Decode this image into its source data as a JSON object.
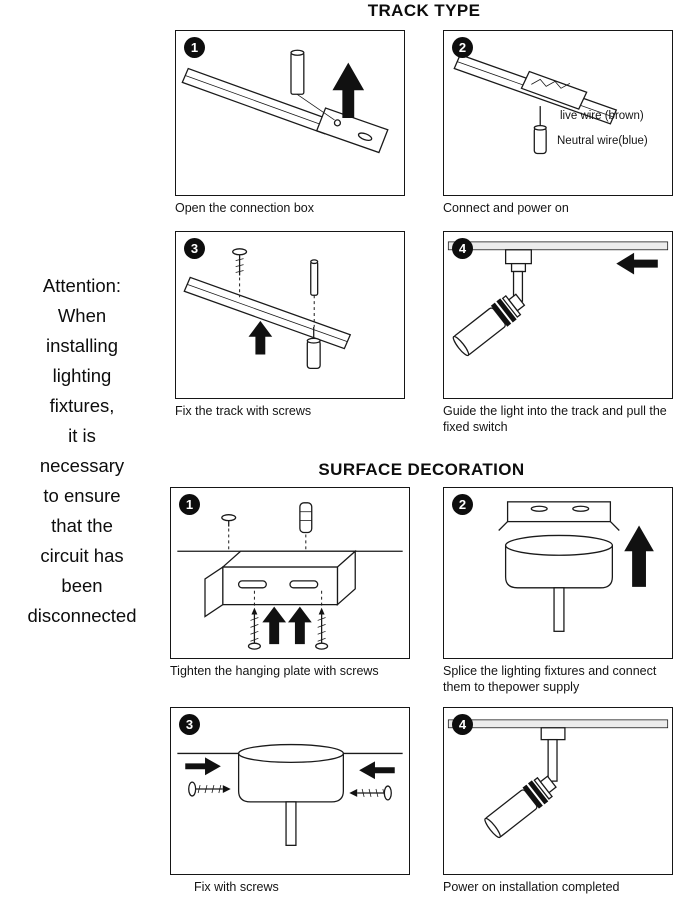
{
  "attention": {
    "text": "Attention:\nWhen\ninstalling\nlighting\nfixtures,\nit is\nnecessary\nto ensure\nthat the\ncircuit has\nbeen\ndisconnected"
  },
  "track_type": {
    "title": "TRACK TYPE",
    "steps": [
      {
        "number": "1",
        "caption": "Open the connection box"
      },
      {
        "number": "2",
        "caption": "Connect and power on",
        "live_label": "live wire (brown)",
        "neutral_label": "Neutral wire(blue)"
      },
      {
        "number": "3",
        "caption": "Fix the track with screws"
      },
      {
        "number": "4",
        "caption": "Guide the light into the track and pull the fixed switch"
      }
    ]
  },
  "surface_decoration": {
    "title": "SURFACE DECORATION",
    "steps": [
      {
        "number": "1",
        "caption": "Tighten the hanging plate with screws"
      },
      {
        "number": "2",
        "caption": "Splice the lighting fixtures and connect them to thepower supply"
      },
      {
        "number": "3",
        "caption": "Fix with screws"
      },
      {
        "number": "4",
        "caption": "Power on installation completed"
      }
    ]
  }
}
